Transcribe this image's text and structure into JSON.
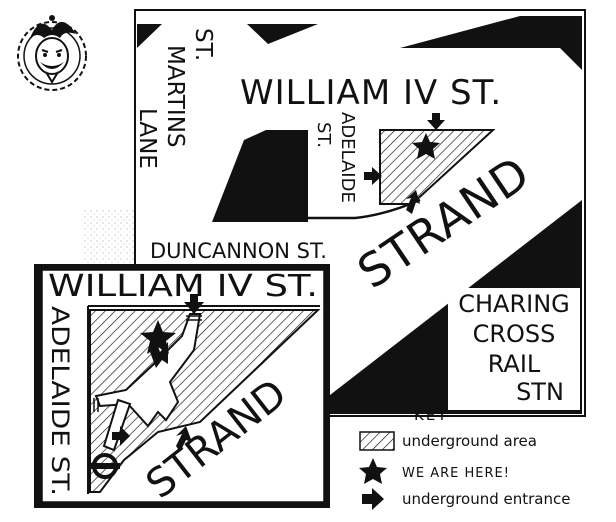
{
  "main_map": {
    "streets": {
      "st_martins_lane": [
        "ST.",
        "MARTINS",
        "LANE"
      ],
      "william_iv": "WILLIAM IV ST.",
      "adelaide": [
        "ADELAIDE",
        "ST."
      ],
      "duncannon": "DUNCANNON ST.",
      "strand": "STRAND"
    },
    "landmark": [
      "CHARING",
      "CROSS",
      "RAIL",
      "STN"
    ]
  },
  "inset_map": {
    "william_iv": "WILLIAM IV ST.",
    "adelaide": "ADELAIDE ST.",
    "strand": "STRAND"
  },
  "key": {
    "title": "KEY",
    "items": [
      {
        "symbol": "hatch",
        "label": "underground area"
      },
      {
        "symbol": "star",
        "label": "WE ARE HERE!"
      },
      {
        "symbol": "arrow",
        "label": "underground entrance"
      }
    ]
  },
  "colors": {
    "ink": "#111111",
    "paper": "#ffffff"
  },
  "icons": [
    "jester-logo-icon",
    "underground-roundel-icon",
    "star-icon",
    "arrow-icon"
  ]
}
